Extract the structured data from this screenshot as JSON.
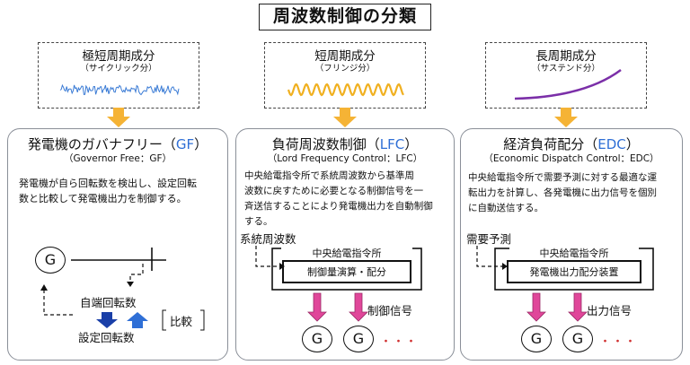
{
  "title": "周波数制御の分類",
  "components": [
    {
      "name": "極短周期成分",
      "sub": "（サイクリック分）"
    },
    {
      "name": "短周期成分",
      "sub": "（フリンジ分）"
    },
    {
      "name": "長周期成分",
      "sub": "（サステンド分）"
    }
  ],
  "colors": {
    "arrow": "#f5b335",
    "accent": "#2f6fd6",
    "signal": "#e0479a",
    "compare_up": "#2f6fd6",
    "compare_down": "#1a3fa8",
    "wave_cyclic": "#3a7bd5",
    "wave_fringe": "#f0b020",
    "wave_sustained": "#7b2fa8"
  },
  "panels": [
    {
      "title": "発電機のガバナフリー",
      "abbr": "GF",
      "subtitle": "（Governor Free：GF）",
      "desc_lines": [
        "発電機が自ら回転数を検出し、設定回転",
        "数と比較して発電機出力を制御する。"
      ],
      "generator": "G",
      "self_speed": "自端回転数",
      "set_speed": "設定回転数",
      "compare": "比較"
    },
    {
      "title": "負荷周波数制御",
      "abbr": "LFC",
      "subtitle": "（Lord Frequency Control：LFC）",
      "desc_lines": [
        "中央給電指令所で系統周波数から基準周",
        "波数に戻すために必要となる制御信号を一",
        "斉送信することにより発電機出力を自動制御",
        "する。"
      ],
      "input_label": "系統周波数",
      "center": "中央給電指令所",
      "unit": "制御量演算・配分",
      "signal": "制御信号",
      "generators": [
        "G",
        "G"
      ],
      "more": "・・・"
    },
    {
      "title": "経済負荷配分",
      "abbr": "EDC",
      "subtitle": "（Economic Dispatch Control：EDC）",
      "desc_lines": [
        "中央給電指令所で需要予測に対する最適な運",
        "転出力を計算し、各発電機に出力信号を個別",
        "に自動送信する。"
      ],
      "input_label": "需要予測",
      "center": "中央給電指令所",
      "unit": "発電機出力配分装置",
      "signal": "出力信号",
      "generators": [
        "G",
        "G"
      ],
      "more": "・・・"
    }
  ]
}
